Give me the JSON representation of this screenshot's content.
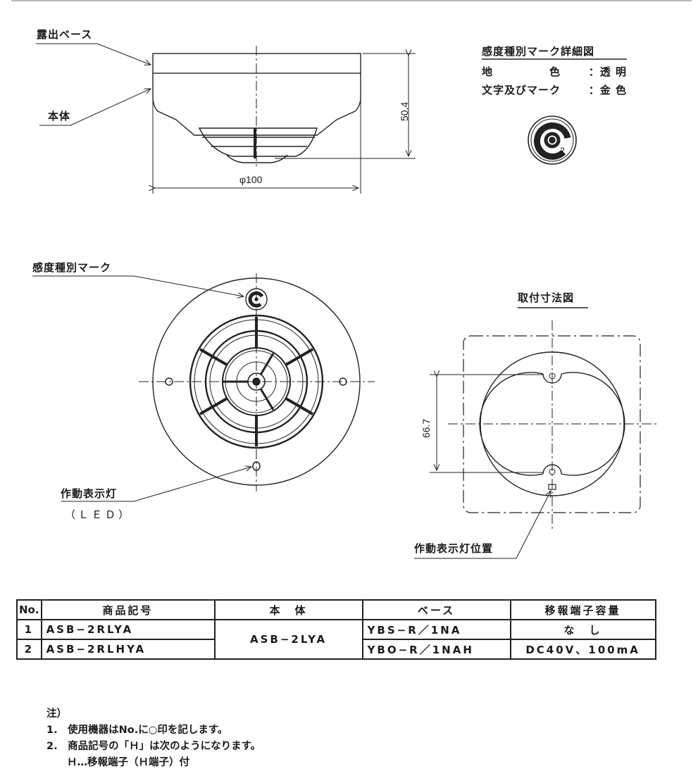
{
  "side_view": {
    "label_base": "露出ベース",
    "label_body": "本体",
    "dim_height": "50.4",
    "dim_diameter": "φ100"
  },
  "mark_detail": {
    "title": "感度種別マーク詳細図",
    "rows": [
      {
        "key": "地　　　　　色",
        "sep": "：",
        "value": "透 明"
      },
      {
        "key": "文字及びマーク",
        "sep": "：",
        "value": "金 色"
      }
    ],
    "mark_number": "2",
    "mark_icon": "sensitivity-mark-icon"
  },
  "front_view": {
    "label_mark": "感度種別マーク",
    "label_led": "作動表示灯",
    "label_led_sub": "（ＬＥＤ）"
  },
  "mounting_view": {
    "title": "取付寸法図",
    "dim_pitch": "66.7",
    "label_led_position": "作動表示灯位置"
  },
  "table": {
    "headers": [
      "No.",
      "商品記号",
      "本　体",
      "ベース",
      "移報端子容量"
    ],
    "rows": [
      {
        "no": "1",
        "product": "ASB−2RLYA",
        "body": "ASB−2LYA",
        "base": "YBS−R／1NA",
        "capacity": "な　し"
      },
      {
        "no": "2",
        "product": "ASB−2RLHYA",
        "body": "ASB−2LYA",
        "base": "YBO−R／1NAH",
        "capacity": "DC40V、100mA"
      }
    ]
  },
  "notes": {
    "title": "注）",
    "items": [
      "1.　使用機器はNo.に○印を記します。",
      "2.　商品記号の「Ｈ」は次のようになります。",
      "　　Ｈ…移報端子（Ｈ端子）付"
    ]
  }
}
